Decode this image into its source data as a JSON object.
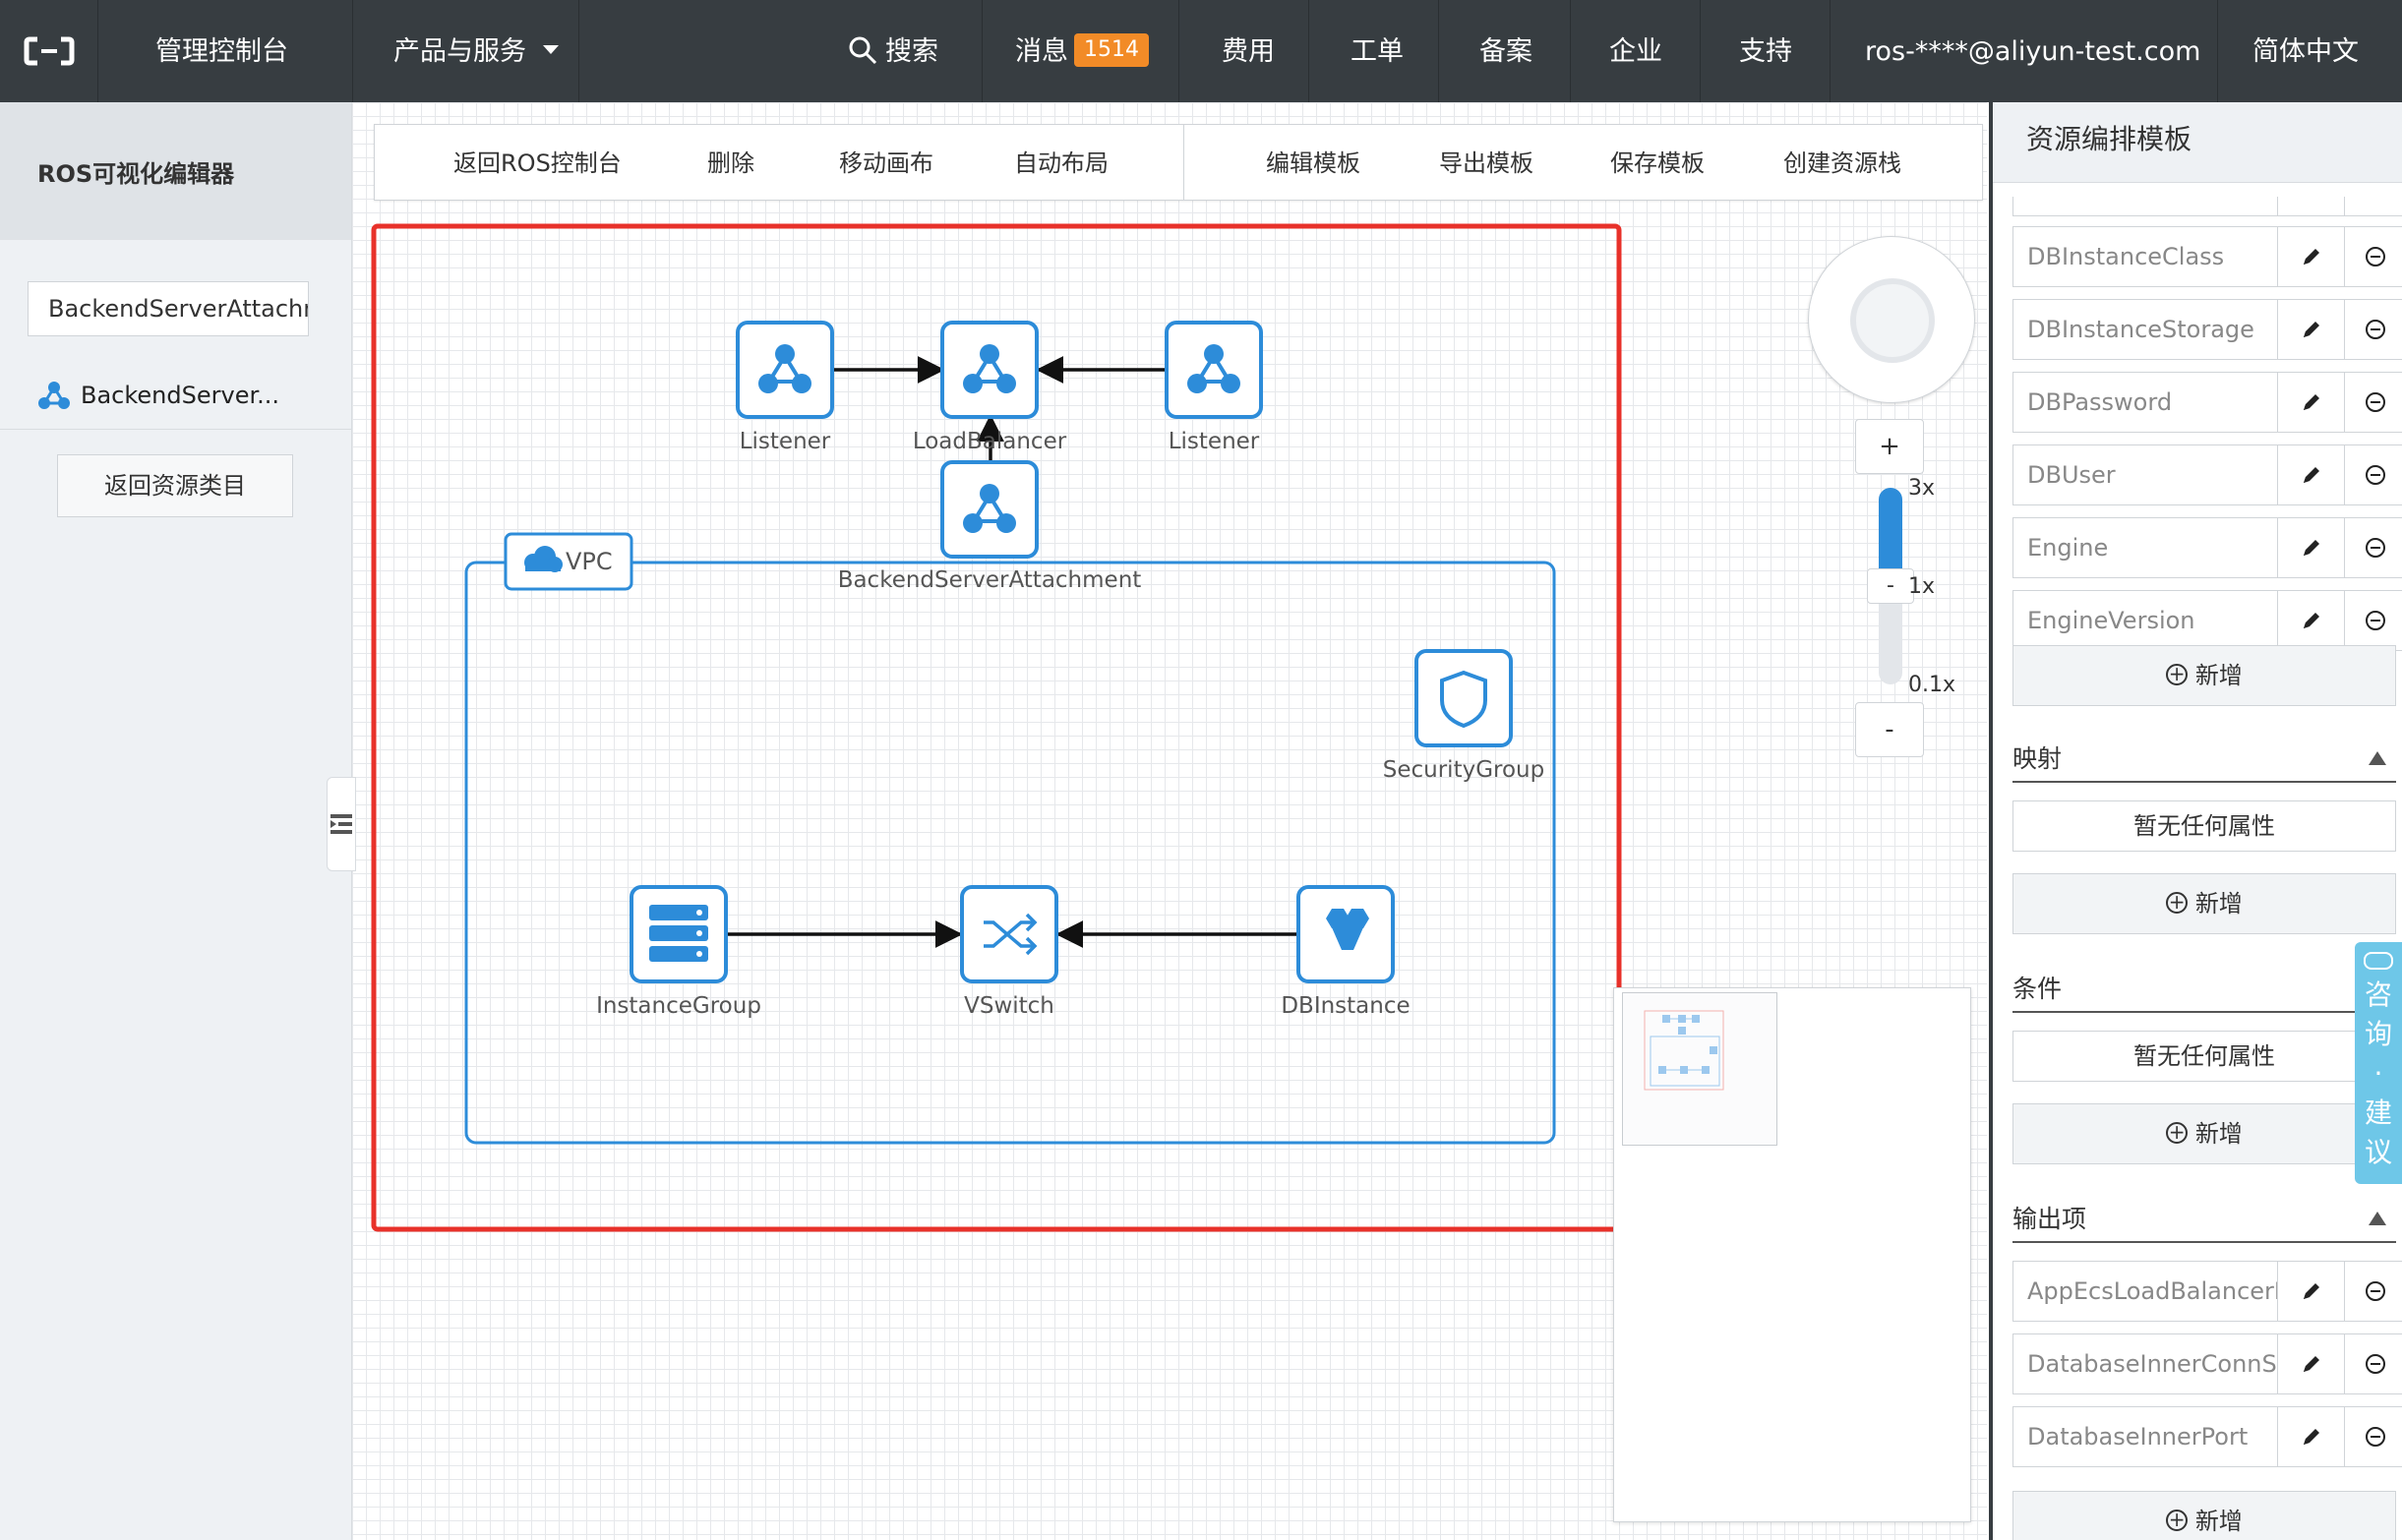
{
  "topbar": {
    "console": "管理控制台",
    "products": "产品与服务",
    "search": "搜索",
    "messages": "消息",
    "message_count": "1514",
    "billing": "费用",
    "tickets": "工单",
    "icp": "备案",
    "enterprise": "企业",
    "support": "支持",
    "account": "ros-****@aliyun-test.com",
    "language": "简体中文"
  },
  "sidebar": {
    "title": "ROS可视化编辑器",
    "search_value": "BackendServerAttachment",
    "resource_item": "BackendServer...",
    "back_button": "返回资源类目"
  },
  "toolbar": {
    "back_console": "返回ROS控制台",
    "delete": "删除",
    "move_canvas": "移动画布",
    "auto_layout": "自动布局",
    "edit_template": "编辑模板",
    "export_template": "导出模板",
    "save_template": "保存模板",
    "create_stack": "创建资源栈"
  },
  "diagram": {
    "nodes": {
      "listener_left": "Listener",
      "load_balancer": "LoadBalancer",
      "listener_right": "Listener",
      "backend_attachment": "BackendServerAttachment",
      "vpc": "VPC",
      "security_group": "SecurityGroup",
      "instance_group": "InstanceGroup",
      "vswitch": "VSwitch",
      "db_instance": "DBInstance"
    }
  },
  "zoom": {
    "plus": "+",
    "minus": "-",
    "knob": "-",
    "label_max": "3x",
    "label_mid": "1x",
    "label_min": "0.1x"
  },
  "right_panel": {
    "title": "资源编排模板",
    "parameters": [
      "DBInstanceClass",
      "DBInstanceStorage",
      "DBPassword",
      "DBUser",
      "Engine",
      "EngineVersion"
    ],
    "add_label": "新增",
    "mappings_title": "映射",
    "mappings_empty": "暂无任何属性",
    "conditions_title": "条件",
    "conditions_empty": "暂无任何属性",
    "outputs_title": "输出项",
    "outputs": [
      "AppEcsLoadBalancerIp",
      "DatabaseInnerConnString",
      "DatabaseInnerPort"
    ]
  },
  "feedback": {
    "c1": "咨",
    "c2": "询",
    "c3": "·",
    "c4": "建",
    "c5": "议"
  },
  "colors": {
    "topbar_bg": "#373d41",
    "accent_blue": "#2d8cd9",
    "badge_orange": "#f28b27",
    "selection_red": "#e8312a",
    "feedback_cyan": "#6ec7e8"
  }
}
